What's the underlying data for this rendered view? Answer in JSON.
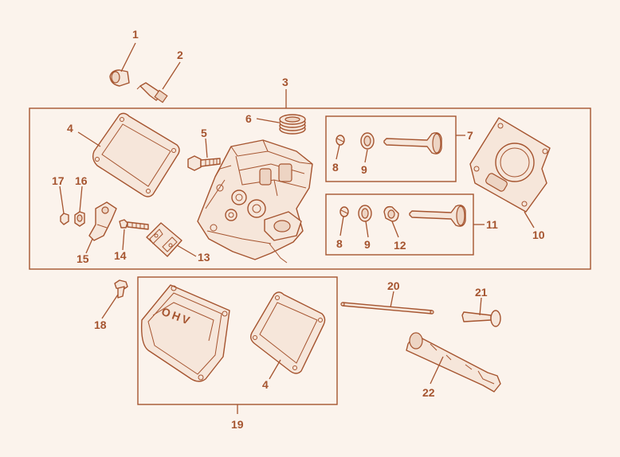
{
  "colors": {
    "line": "#a5542f",
    "fill": "#f6e6da",
    "background": "#fbf3ec"
  },
  "labels": {
    "p1": "1",
    "p2": "2",
    "p3": "3",
    "p4a": "4",
    "p4b": "4",
    "p5": "5",
    "p6": "6",
    "p7": "7",
    "p8a": "8",
    "p8b": "8",
    "p9a": "9",
    "p9b": "9",
    "p10": "10",
    "p11": "11",
    "p12": "12",
    "p13": "13",
    "p14": "14",
    "p15": "15",
    "p16": "16",
    "p17": "17",
    "p18": "18",
    "p19": "19",
    "p20": "20",
    "p21": "21",
    "p22": "22"
  },
  "cover_text": "OHV"
}
